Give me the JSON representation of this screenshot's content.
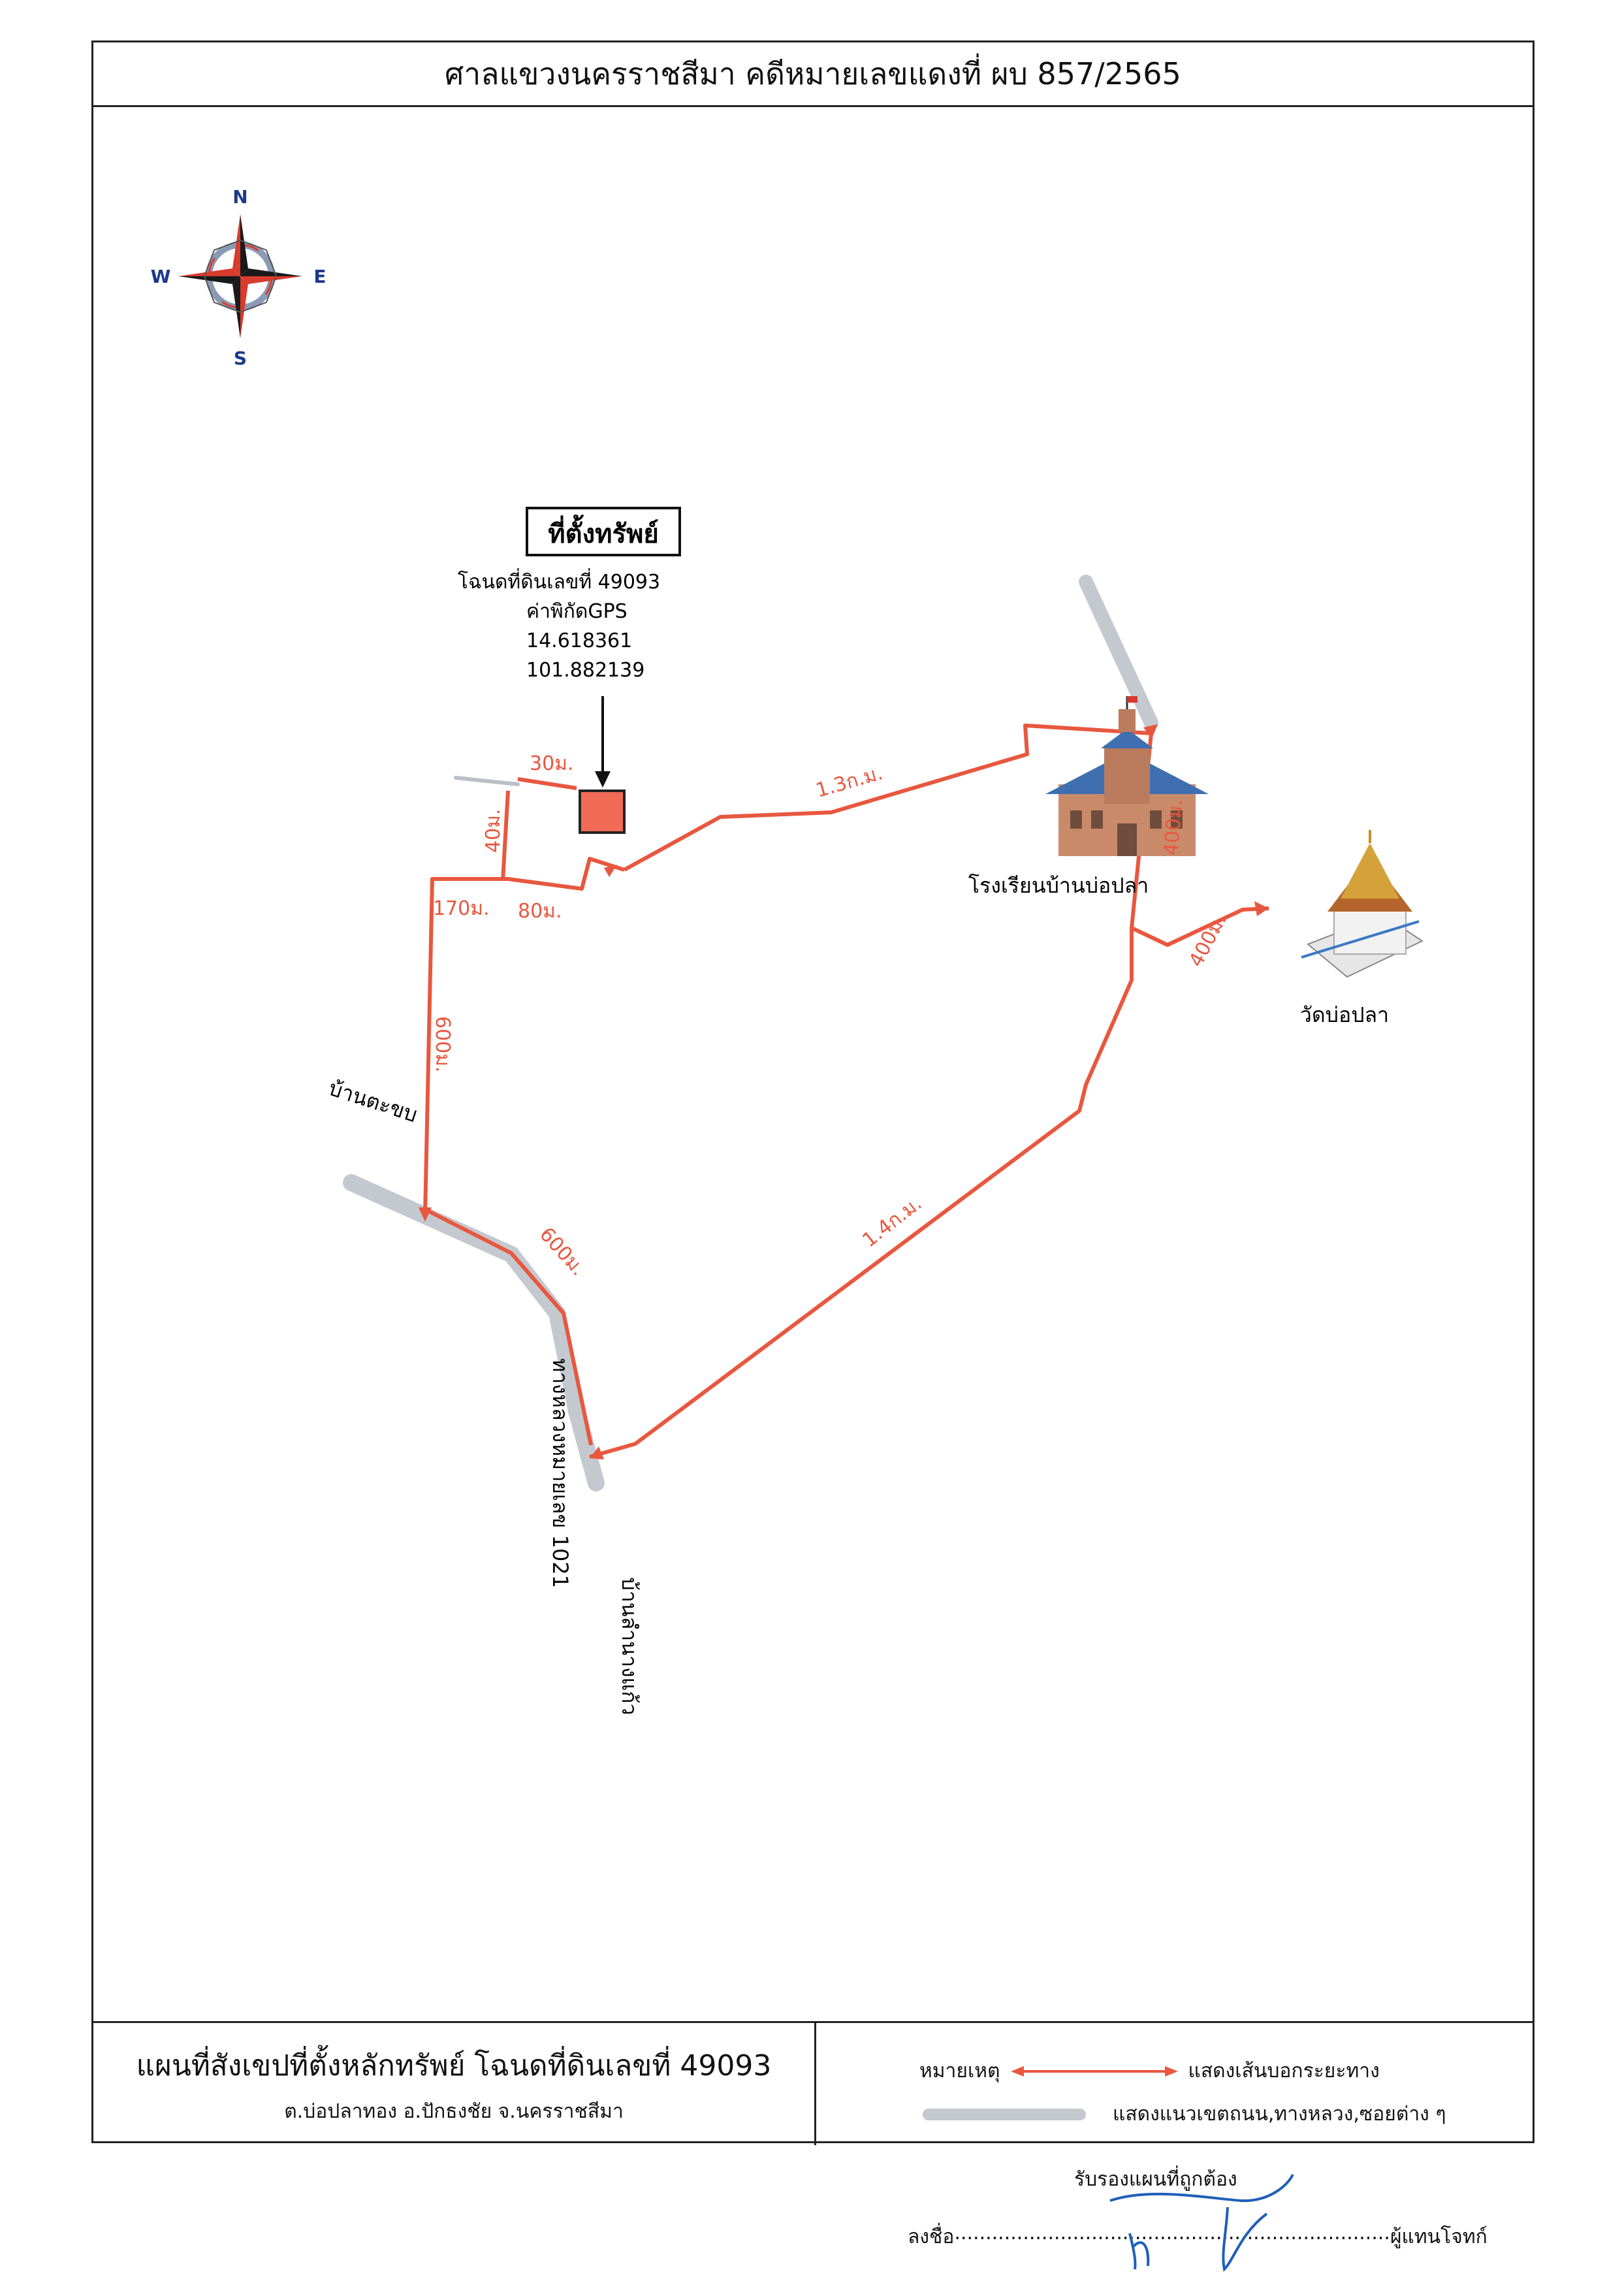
{
  "header": {
    "title": "ศาลแขวงนครราชสีมา คดีหมายเลขแดงที่ ผบ 857/2565"
  },
  "compass": {
    "north": "N",
    "south": "S",
    "east": "E",
    "west": "W"
  },
  "property": {
    "heading": "ที่ตั้งทรัพย์",
    "deed": "โฉนดที่ดินเลขที่ 49093",
    "gps_label": "ค่าพิกัดGPS",
    "lat": "14.618361",
    "lon": "101.882139"
  },
  "places": {
    "school": "โรงเรียนบ้านบ่อปลา",
    "temple": "วัดบ่อปลา",
    "village_west": "บ้านตะขบ",
    "highway": "ทางหลวงหมายเลข 1021",
    "village_south": "บ้านลำนางแก้ว"
  },
  "distances": {
    "d30": "30ม.",
    "d40": "40ม.",
    "d170": "170ม.",
    "d80": "80ม.",
    "d1300": "1.3ก.ม.",
    "d400_school": "400ม.",
    "d400_temple": "400ม.",
    "d600_west": "600ม.",
    "d600_south": "600ม.",
    "d1400": "1.4ก.ม."
  },
  "footer": {
    "map_title": "แผนที่สังเขปที่ตั้งหลักทรัพย์ โฉนดที่ดินเลขที่ 49093",
    "map_location": "ต.บ่อปลาทอง  อ.ปักธงชัย  จ.นครราชสีมา",
    "legend_label": "หมายเหตุ",
    "legend_arrow": "แสดงเส้นบอกระยะทาง",
    "legend_road": "แสดงแนวเขตถนน,ทางหลวง,ซอยต่าง ๆ"
  },
  "signature": {
    "certify": "รับรองแผนที่ถูกต้อง",
    "sign_label": "ลงชื่อ",
    "dots": "......................................................................",
    "role": "ผู้แทนโจทก์"
  },
  "colors": {
    "route": "#e8573f",
    "road": "#c4c9cf",
    "plot_fill": "#f16a55",
    "ink_blue": "#1f5fb8"
  }
}
